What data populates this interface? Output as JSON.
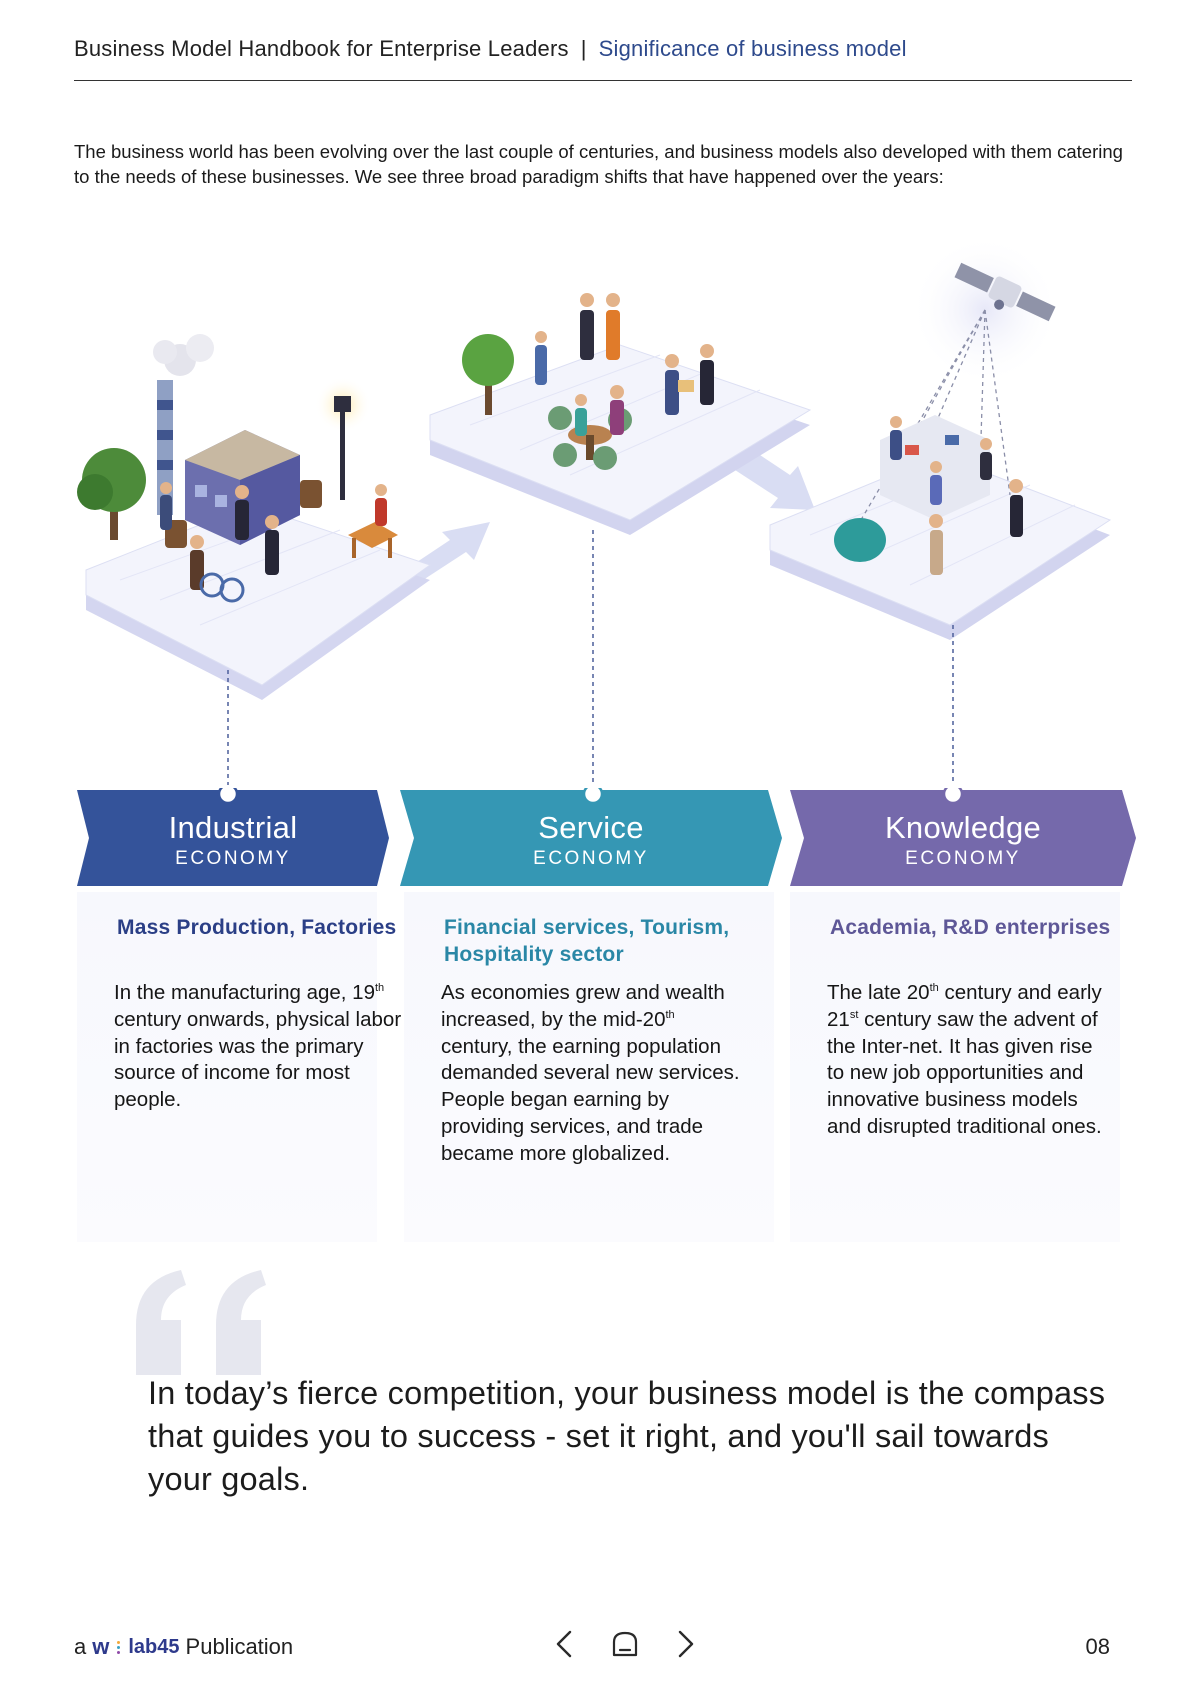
{
  "header": {
    "book_title": "Business Model Handbook for Enterprise Leaders",
    "separator": "|",
    "section_title": "Significance of business model"
  },
  "intro": "The business world has been evolving over the last couple of centuries, and business models also developed with them catering to the needs of these businesses. We see three broad paradigm shifts that have happened over the years:",
  "economies": [
    {
      "title": "Industrial",
      "subtitle": "ECONOMY",
      "color": "#34539a",
      "sector": "Mass Production, Factories",
      "sector_color": "#2b3f86",
      "desc": {
        "p1": "In the manufacturing age, 19",
        "p1_sup": "th",
        "p1_rest": " century onwards, physical labor in factories was the primary source of income for most people."
      }
    },
    {
      "title": "Service",
      "subtitle": "ECONOMY",
      "color": "#3597b4",
      "sector": "Financial services, Tourism, Hospitality sector",
      "sector_color": "#2a87a6",
      "desc": {
        "p1": "As economies grew and wealth increased, by the mid-20",
        "p1_sup": "th",
        "p1_rest": " century, the earning population demanded several new services. People began earning by providing services, and trade became more globalized."
      }
    },
    {
      "title": "Knowledge",
      "subtitle": "ECONOMY",
      "color": "#7569ab",
      "sector": "Academia, R&D enterprises",
      "sector_color": "#5e5797",
      "desc": {
        "p1": "The late 20",
        "p1_sup": "th",
        "p1_mid": " century and early 21",
        "p1_sup2": "st",
        "p1_rest": " century saw the advent of the Inter-net. It has given rise to new job opportunities and innovative business models and disrupted traditional ones."
      }
    }
  ],
  "quote": "In today’s fierce competition, your business model is the compass that guides you to success - set it right, and you'll sail towards your goals.",
  "footer": {
    "prefix": "a",
    "logo_w": "w",
    "logo_lab": "lab45",
    "suffix": "Publication",
    "page_number": "08"
  },
  "icons": {
    "prev": "chevron-left-icon",
    "home": "home-icon",
    "next": "chevron-right-icon"
  }
}
